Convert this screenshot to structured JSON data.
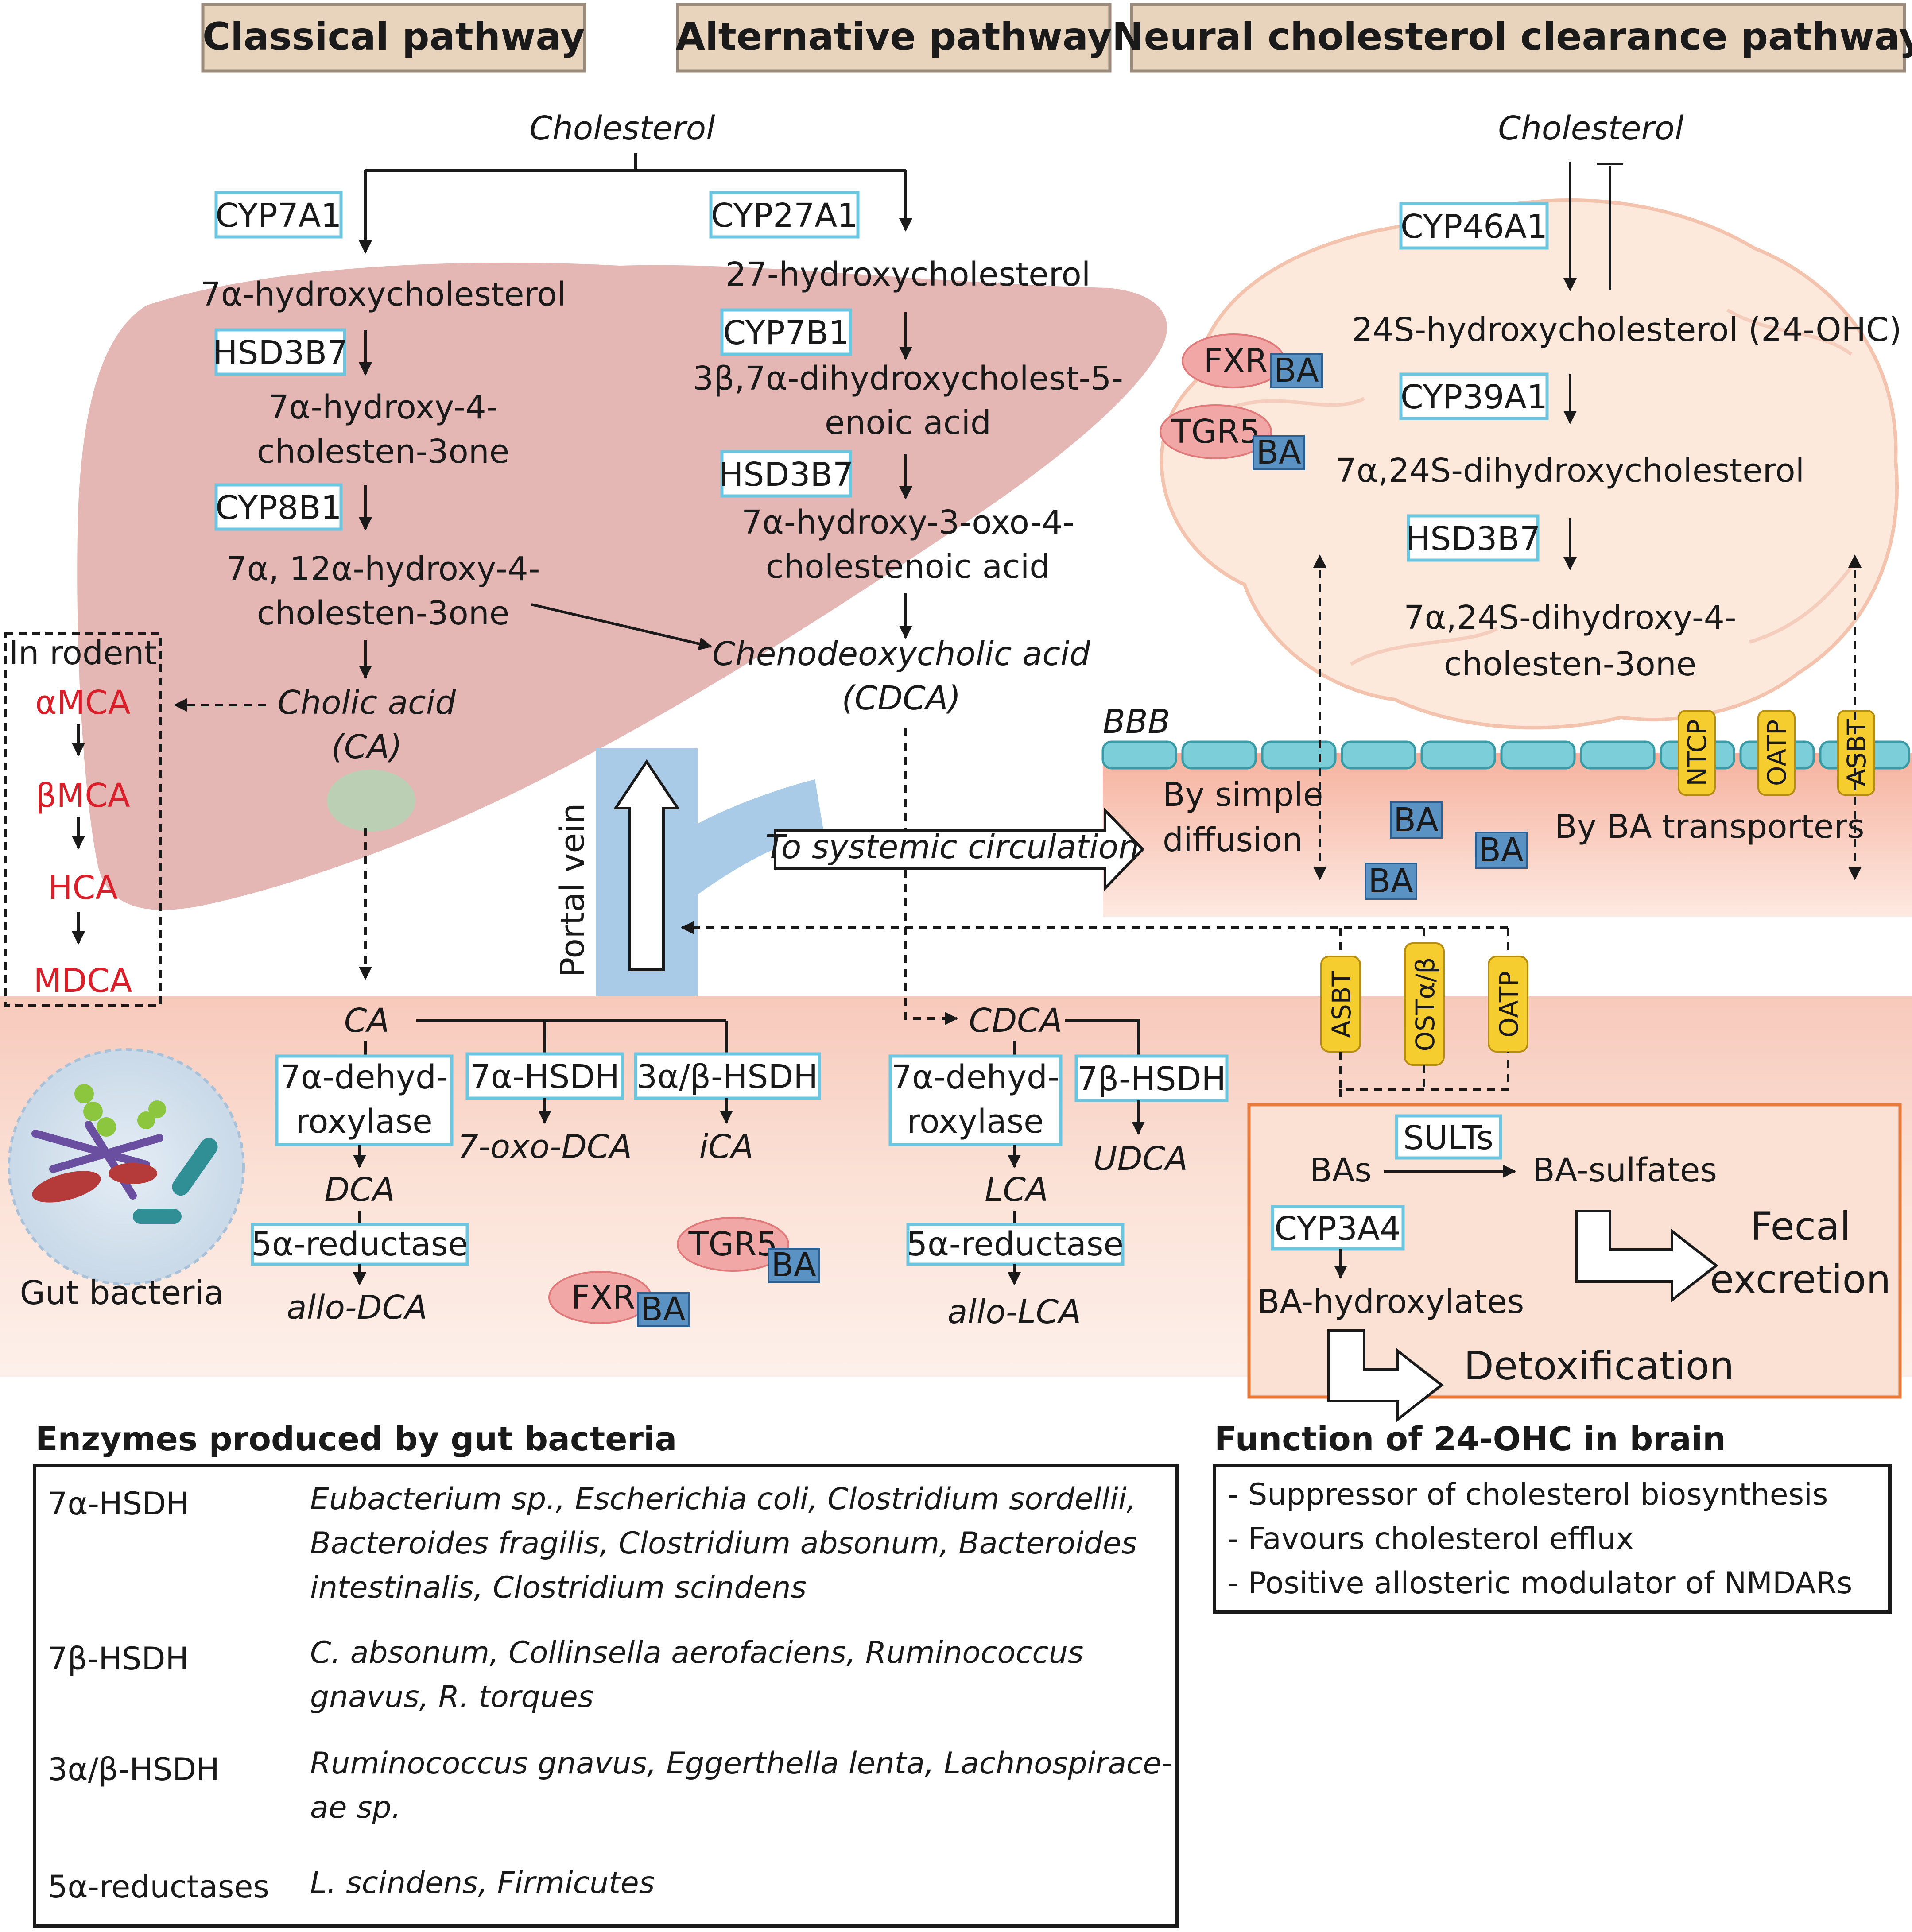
{
  "headers": {
    "classical": "Classical pathway",
    "alternative": "Alternative pathway",
    "neural": "Neural cholesterol clearance pathway"
  },
  "liver": {
    "cholesterol": "Cholesterol",
    "cyp7a1": "CYP7A1",
    "cyp27a1": "CYP27A1",
    "hydroxychol7a": "7α-hydroxycholesterol",
    "hsd3b7_a": "HSD3B7",
    "hydroxy4_line1": "7α-hydroxy-4-",
    "hydroxy4_line2": "cholesten-3one",
    "cyp8b1": "CYP8B1",
    "di_hydroxy_line1": "7α, 12α-hydroxy-4-",
    "di_hydroxy_line2": "cholesten-3one",
    "cholic_line1": "Cholic acid",
    "cholic_line2": "(CA)",
    "hydroxychol27": "27-hydroxycholesterol",
    "cyp7b1": "CYP7B1",
    "dihydroxy5_line1": "3β,7α-dihydroxycholest-5-",
    "dihydroxy5_line2": "enoic acid",
    "hsd3b7_b": "HSD3B7",
    "oxo_line1": "7α-hydroxy-3-oxo-4-",
    "oxo_line2": "cholestenoic acid",
    "cdca_line1": "Chenodeoxycholic acid",
    "cdca_line2": "(CDCA)"
  },
  "rodent": {
    "title": "In rodent",
    "items": [
      "αMCA",
      "βMCA",
      "HCA",
      "MDCA"
    ]
  },
  "portal": {
    "vein": "Portal vein",
    "systemic": "To systemic circulation"
  },
  "brain": {
    "cholesterol": "Cholesterol",
    "cyp46a1": "CYP46A1",
    "ohc24": "24S-hydroxycholesterol (24-OHC)",
    "cyp39a1": "CYP39A1",
    "dihydroxychol": "7α,24S-dihydroxycholesterol",
    "hsd3b7": "HSD3B7",
    "final_line1": "7α,24S-dihydroxy-4-",
    "final_line2": "cholesten-3one",
    "fxr": "FXR",
    "tgr5": "TGR5",
    "ba": "BA"
  },
  "bbb": {
    "label": "BBB",
    "diffusion_line1": "By simple",
    "diffusion_line2": "diffusion",
    "transporters_label": "By BA transporters",
    "transporters": [
      "NTCP",
      "OATP",
      "ASBT"
    ],
    "ba": "BA"
  },
  "gut": {
    "bacteria_label": "Gut bacteria",
    "ca": "CA",
    "cdca": "CDCA",
    "dehyd_a_line1": "7α-dehyd-",
    "dehyd_a_line2": "roxylase",
    "hsdh7a": "7α-HSDH",
    "hsdh3ab": "3α/β-HSDH",
    "oxo_dca": "7-oxo-DCA",
    "ica": "iCA",
    "dca": "DCA",
    "reductase_a": "5α-reductase",
    "allo_dca": "allo-DCA",
    "dehyd_b_line1": "7α-dehyd-",
    "dehyd_b_line2": "roxylase",
    "hsdh7b": "7β-HSDH",
    "udca": "UDCA",
    "lca": "LCA",
    "reductase_b": "5α-reductase",
    "allo_lca": "allo-LCA",
    "tgr5": "TGR5",
    "fxr": "FXR",
    "ba": "BA",
    "transporters": [
      "ASBT",
      "OSTα/β",
      "OATP"
    ]
  },
  "detox": {
    "bas": "BAs",
    "sults": "SULTs",
    "sulfates": "BA-sulfates",
    "cyp3a4": "CYP3A4",
    "hydroxylates": "BA-hydroxylates",
    "fecal_line1": "Fecal",
    "fecal_line2": "excretion",
    "detoxification": "Detoxification"
  },
  "enzymes_table": {
    "title": "Enzymes produced by gut bacteria",
    "rows": [
      {
        "enzyme": "7α-HSDH",
        "lines": [
          "Eubacterium sp., Escherichia coli, Clostridium sordellii,",
          "Bacteroides fragilis, Clostridium absonum, Bacteroides",
          "intestinalis, Clostridium scindens"
        ]
      },
      {
        "enzyme": "7β-HSDH",
        "lines": [
          "C. absonum, Collinsella aerofaciens, Ruminococcus",
          "gnavus, R. torques"
        ]
      },
      {
        "enzyme": "3α/β-HSDH",
        "lines": [
          "Ruminococcus gnavus, Eggerthella lenta, Lachnospirace-",
          "ae sp."
        ]
      },
      {
        "enzyme": "5α-reductases",
        "lines": [
          "L. scindens, Firmicutes"
        ]
      }
    ]
  },
  "function_box": {
    "title": "Function of 24-OHC in brain",
    "items": [
      "- Suppressor of cholesterol biosynthesis",
      "- Favours cholesterol efflux",
      "- Positive allosteric modulator of NMDARs"
    ]
  },
  "colors": {
    "liver": "#e4b7b4",
    "brain": "#fde8dc",
    "gut_band": "#f6c9b8",
    "enzyme_border": "#6cc6e0",
    "ba_box": "#5b92c4",
    "receptor": "#f2a7a7",
    "transporter": "#f5cd2e",
    "rodent_text": "#d9202a",
    "detox_border": "#e87a3c",
    "portal_vein": "#a9cbe8",
    "header_fill": "#e8d3bd"
  },
  "icons": [
    "liver",
    "brain",
    "portal-vein",
    "gut-bacteria",
    "open-arrow"
  ]
}
